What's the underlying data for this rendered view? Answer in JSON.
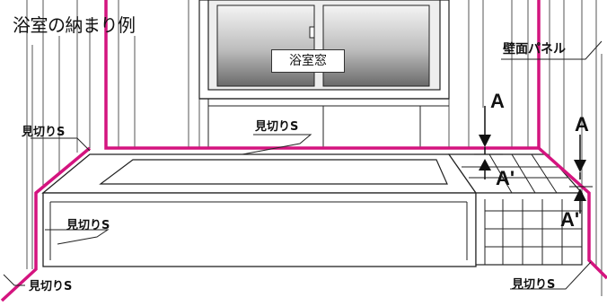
{
  "title": "浴室の納まり例",
  "labels": {
    "window": "浴室窓",
    "wall_panel": "壁面パネル",
    "mikiri_upper_left": "見切りS",
    "mikiri_center": "見切りS",
    "mikiri_tub_front": "見切りS",
    "mikiri_bottom_left": "見切りS",
    "mikiri_bottom_right": "見切りS",
    "a_left": "A",
    "a_prime_left": "A'",
    "a_right": "A",
    "a_prime_right": "A'"
  },
  "colors": {
    "trim": "#d4147f",
    "line": "#222222",
    "wall_stripe": "#555555",
    "glass_light": "#f2f2f2",
    "glass_dark": "#6e6e6e"
  }
}
